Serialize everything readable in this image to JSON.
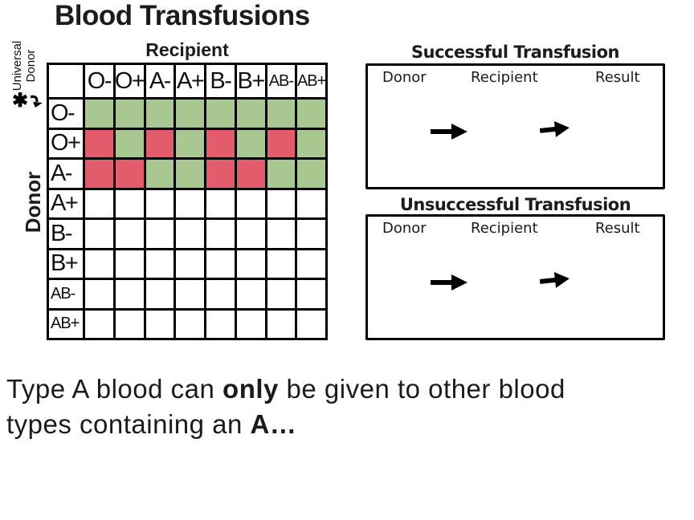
{
  "title": "Blood Transfusions",
  "grid": {
    "recipient_label": "Recipient",
    "donor_label": "Donor",
    "universal_note": {
      "line1": "Universal",
      "line2": "Donor"
    },
    "asterisk_glyph": "✱",
    "columns": [
      "O-",
      "O+",
      "A-",
      "A+",
      "B-",
      "B+",
      "AB-",
      "AB+"
    ],
    "rows": [
      {
        "label": "O-",
        "cells": [
          "green",
          "green",
          "green",
          "green",
          "green",
          "green",
          "green",
          "green"
        ]
      },
      {
        "label": "O+",
        "cells": [
          "red",
          "green",
          "red",
          "green",
          "red",
          "green",
          "red",
          "green"
        ]
      },
      {
        "label": "A-",
        "cells": [
          "red",
          "red",
          "green",
          "green",
          "red",
          "red",
          "green",
          "green"
        ]
      },
      {
        "label": "A+",
        "cells": [
          "none",
          "none",
          "none",
          "none",
          "none",
          "none",
          "none",
          "none"
        ]
      },
      {
        "label": "B-",
        "cells": [
          "none",
          "none",
          "none",
          "none",
          "none",
          "none",
          "none",
          "none"
        ]
      },
      {
        "label": "B+",
        "cells": [
          "none",
          "none",
          "none",
          "none",
          "none",
          "none",
          "none",
          "none"
        ]
      },
      {
        "label": "AB-",
        "cells": [
          "none",
          "none",
          "none",
          "none",
          "none",
          "none",
          "none",
          "none"
        ]
      },
      {
        "label": "AB+",
        "cells": [
          "none",
          "none",
          "none",
          "none",
          "none",
          "none",
          "none",
          "none"
        ]
      }
    ]
  },
  "colors": {
    "green": "#a8c791",
    "red": "#e25c6c",
    "none": "#ffffff",
    "line": "#000000"
  },
  "panels": [
    {
      "title": "Successful Transfusion",
      "headers": [
        "Donor",
        "Recipient",
        "Result"
      ]
    },
    {
      "title": "Unsuccessful Transfusion",
      "headers": [
        "Donor",
        "Recipient",
        "Result"
      ]
    }
  ],
  "caption": {
    "lines": [
      [
        {
          "t": "Type A blood can ",
          "b": false
        },
        {
          "t": "only",
          "b": true
        },
        {
          "t": " be given to other blood",
          "b": false
        }
      ],
      [
        {
          "t": "types containing an ",
          "b": false
        },
        {
          "t": "A…",
          "b": true
        }
      ]
    ]
  }
}
